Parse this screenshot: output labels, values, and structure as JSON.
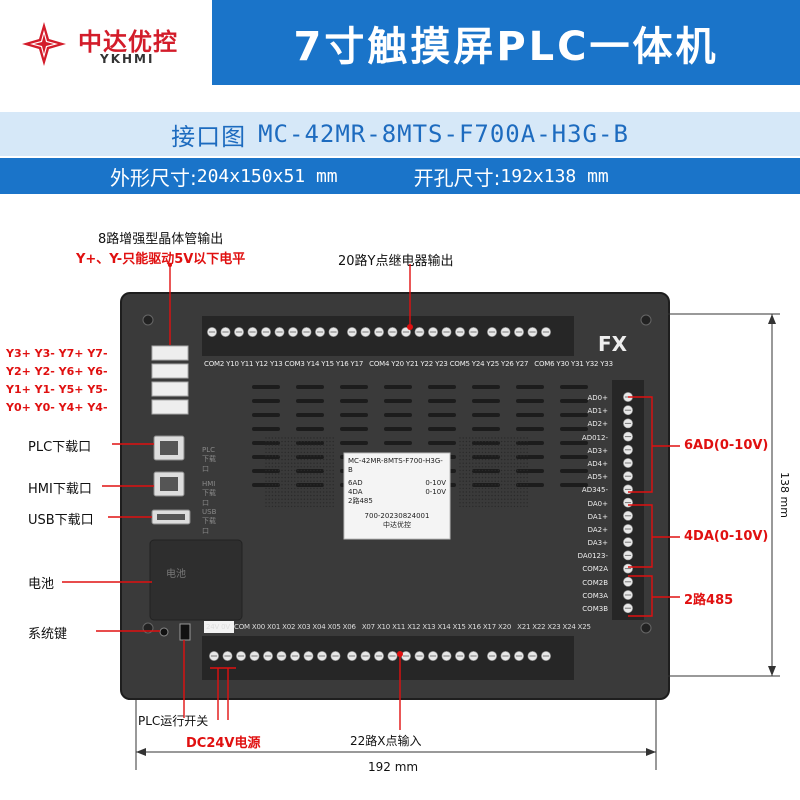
{
  "header": {
    "logo_cn": "中达优控",
    "logo_en": "YKHMI",
    "title": "7寸触摸屏PLC一体机"
  },
  "model_line": {
    "prefix": "接口图",
    "model": "MC-42MR-8MTS-F700A-H3G-B"
  },
  "dimensions_line": {
    "outer_label": "外形尺寸:",
    "outer_value": "204x150x51 mm",
    "cutout_label": "开孔尺寸:",
    "cutout_value": "192x138 mm"
  },
  "top_annotations": {
    "transistor_title": "8路增强型晶体管输出",
    "transistor_note": "Y+、Y-只能驱动5V以下电平",
    "relay_title": "20路Y点继电器输出"
  },
  "left_labels": {
    "y_rows": [
      "Y3+ Y3- Y7+ Y7-",
      "Y2+ Y2- Y6+ Y6-",
      "Y1+ Y1- Y5+ Y5-",
      "Y0+ Y0- Y4+ Y4-"
    ],
    "plc_download": "PLC下载口",
    "hmi_download": "HMI下载口",
    "usb_download": "USB下载口",
    "battery": "电池",
    "system_key": "系统键"
  },
  "bottom_annotations": {
    "run_switch": "PLC运行开关",
    "dc_power": "DC24V电源",
    "x_inputs": "22路X点输入",
    "width": "192 mm"
  },
  "right_annotations": {
    "ad": "6AD(0-10V)",
    "da": "4DA(0-10V)",
    "rs485": "2路485",
    "height": "138 mm"
  },
  "device": {
    "fx": "FX",
    "top_terminal_labels": "COM2 Y10 Y11 Y12 Y13 COM3 Y14 Y15 Y16 Y17   COM4 Y20 Y21 Y22 Y23 COM5 Y24 Y25 Y26 Y27   COM6 Y30 Y31 Y32 Y33",
    "bottom_terminal_labels": "24V 0V  COM X00 X01 X02 X03 X04 X05 X06   X07 X10 X11 X12 X13 X14 X15 X16 X17 X20   X21 X22 X23 X24 X25",
    "right_terminals": [
      "AD0+",
      "AD1+",
      "AD2+",
      "AD012-",
      "AD3+",
      "AD4+",
      "AD5+",
      "AD345-",
      "DA0+",
      "DA1+",
      "DA2+",
      "DA3+",
      "DA0123-",
      "COM2A",
      "COM2B",
      "COM3A",
      "COM3B"
    ],
    "label_lines": [
      "MC-42MR-8MTS-F700-H3G-B",
      "6AD",
      "0-10V",
      "4DA",
      "0-10V",
      "2路485",
      "700-20230824001",
      "中达优控"
    ],
    "port_side_labels": [
      "PLC 下载口",
      "HMI 下载口",
      "USB 下载口"
    ],
    "battery_text": "电池"
  },
  "colors": {
    "brand_blue": "#1a74c9",
    "light_blue": "#d6e8f8",
    "annotation_red": "#e01010",
    "device_gray": "#3a3a3a"
  }
}
